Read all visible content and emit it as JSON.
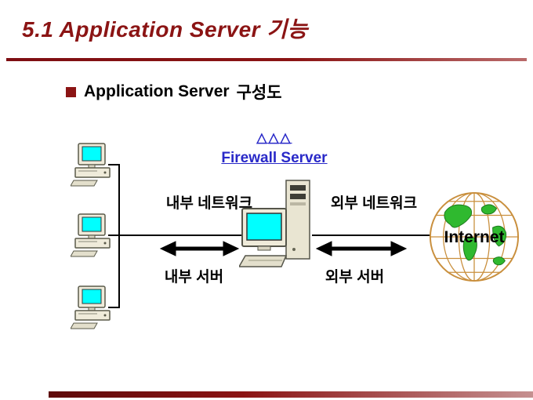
{
  "header": {
    "title": "5.1 Application Server 기능"
  },
  "bullet": {
    "en": "Application Server",
    "ko": "구성도"
  },
  "diagram": {
    "firewall_triangles": "△△△",
    "firewall_label": "Firewall Server",
    "internal_network_label": "내부 네트워크",
    "external_network_label": "외부 네트워크",
    "internal_server_label": "내부 서버",
    "external_server_label": "외부 서버",
    "internet_label": "Internet",
    "icons": {
      "clients": "desktop-computer-icon",
      "firewall": "server-workstation-icon",
      "internet": "globe-icon"
    },
    "colors": {
      "title_maroon": "#8B1414",
      "hyperlink_blue": "#2929C8",
      "screen_cyan": "#00FFFF",
      "globe_green": "#2FB92F",
      "globe_grid": "#C98F3D",
      "line_black": "#000000"
    }
  }
}
